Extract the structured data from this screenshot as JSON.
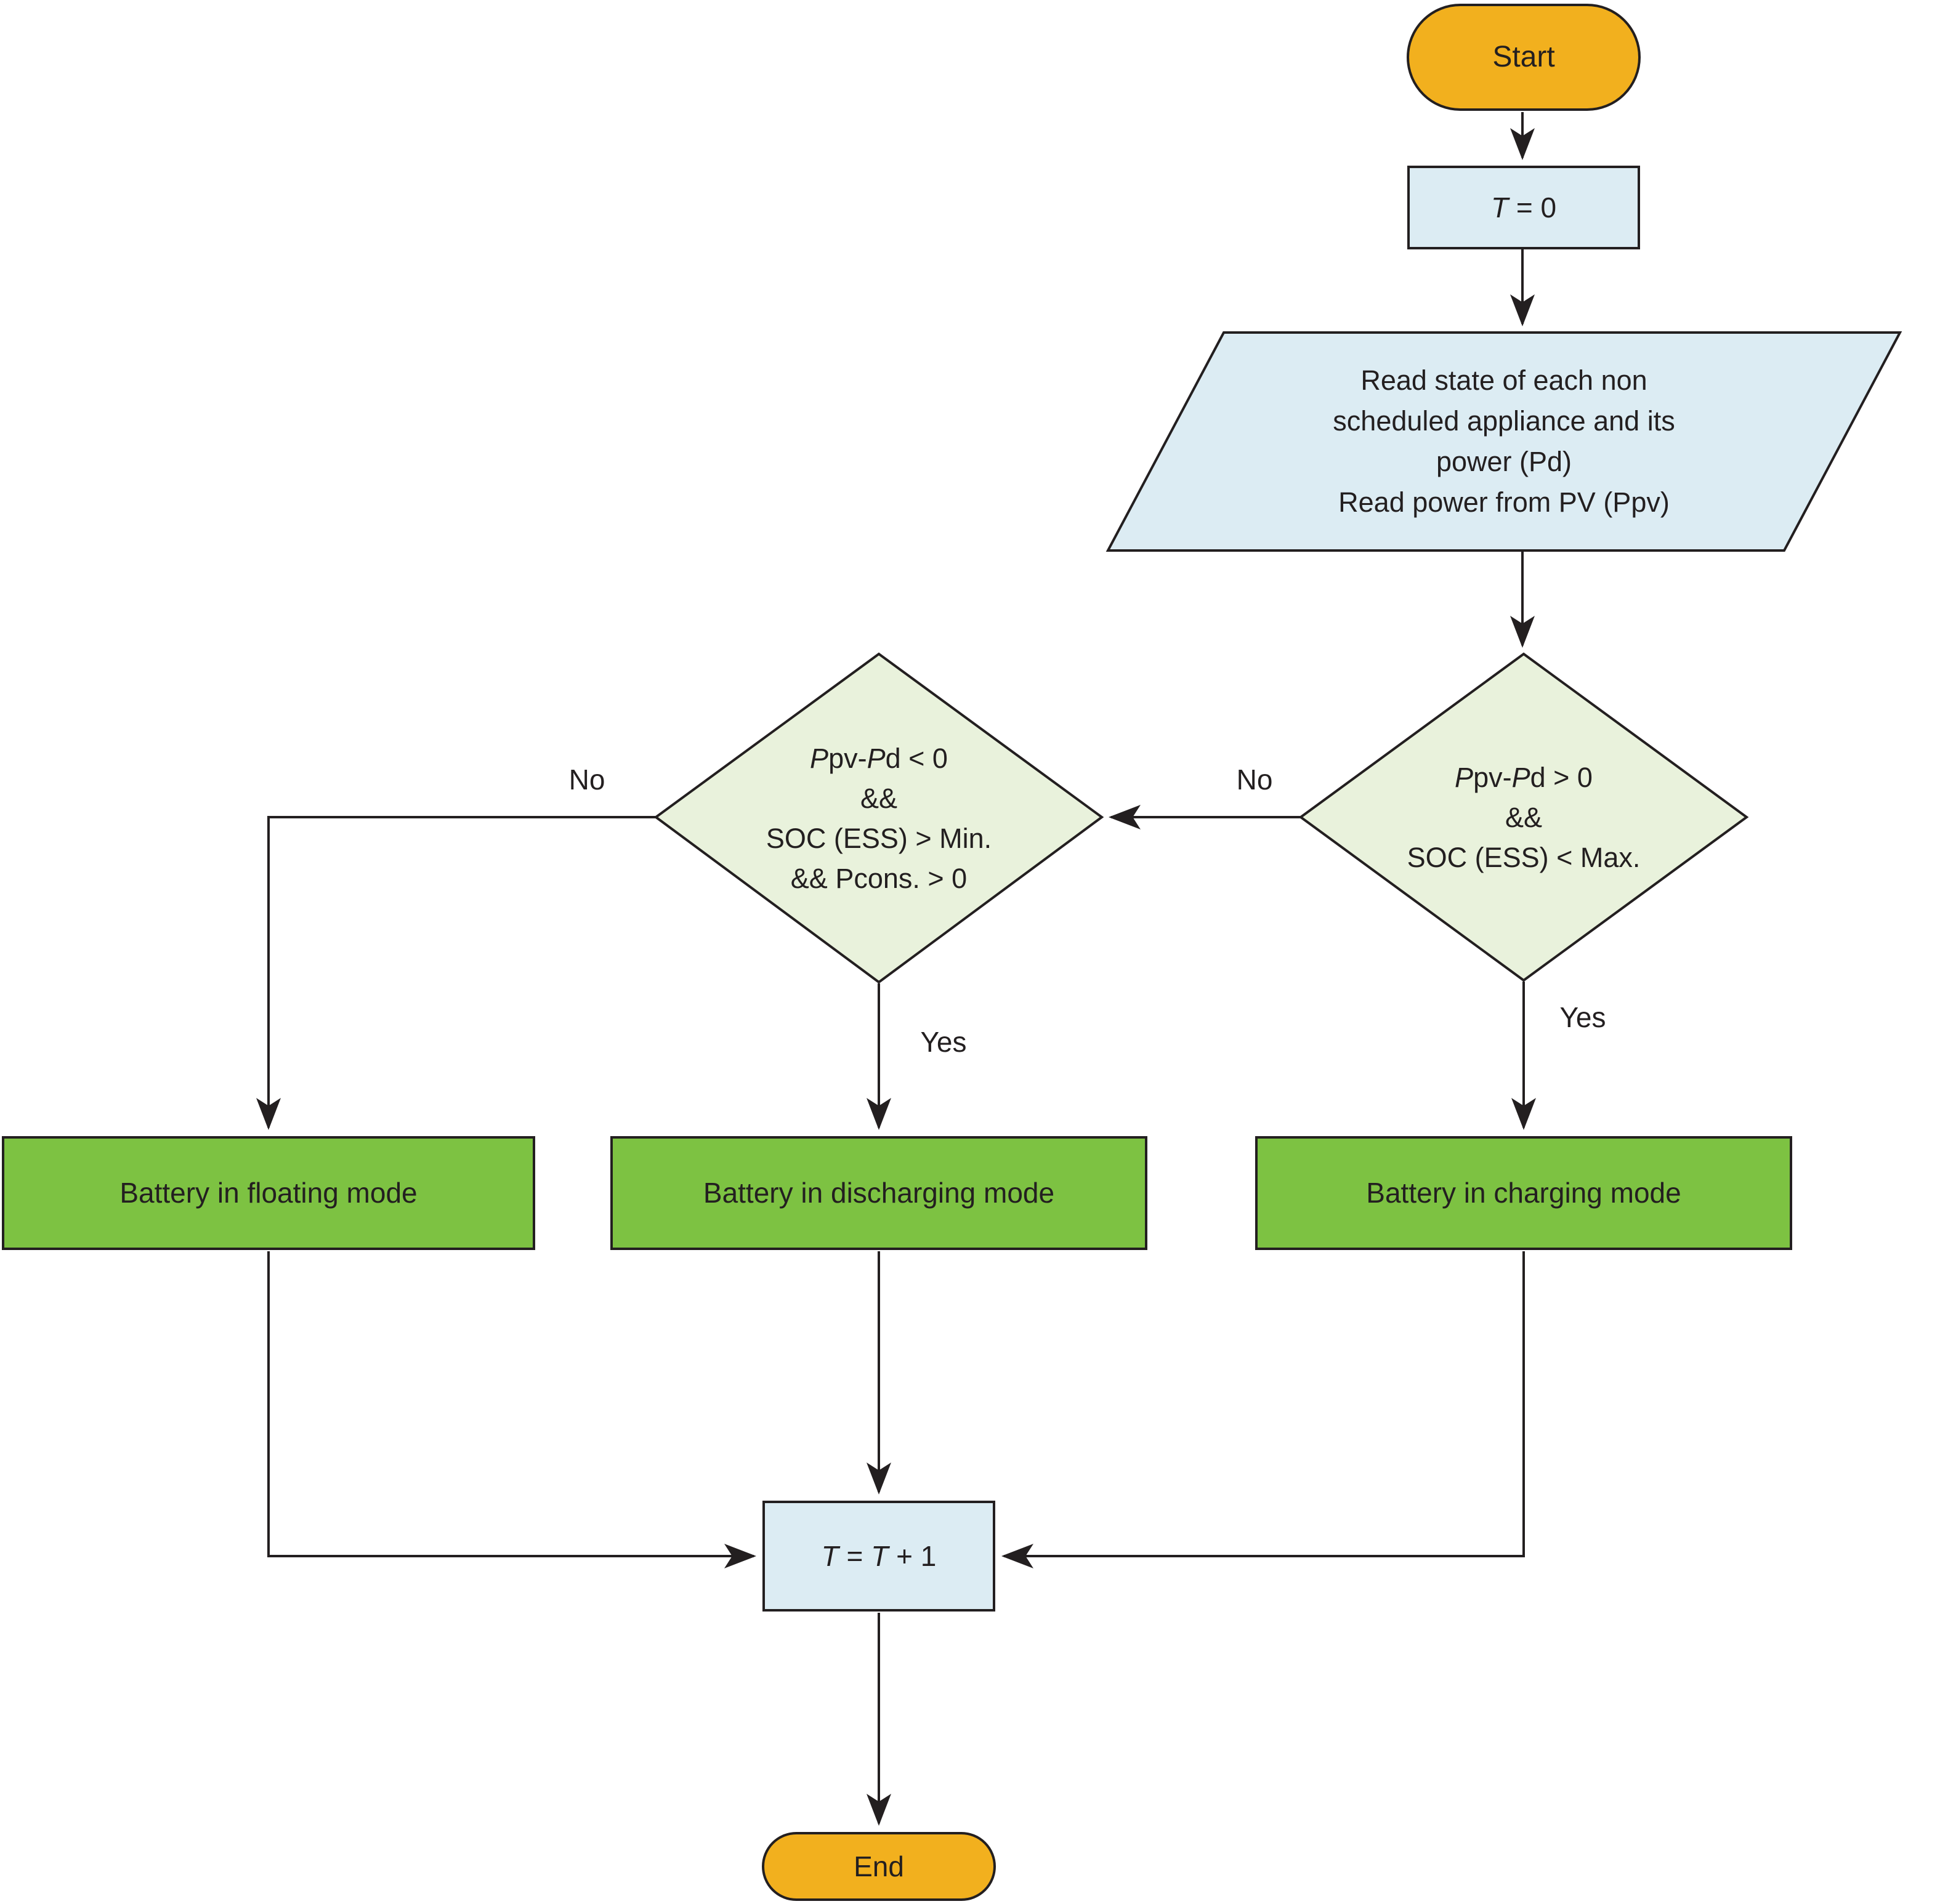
{
  "colors": {
    "terminal_fill": "#F2B01E",
    "process_fill": "#DCECF3",
    "decision_fill": "#E9F2DC",
    "action_fill": "#7DC242",
    "stroke": "#231F20",
    "text": "#231F20"
  },
  "nodes": {
    "start": {
      "label": "Start"
    },
    "init": {
      "var1": "T",
      "rest": " = 0"
    },
    "read_inputs": {
      "line1": "Read state of each non",
      "line2": "scheduled appliance and its",
      "line3": "power (Pd)",
      "line4": "Read power from PV (Ppv)"
    },
    "decision_charge": {
      "p1": "P",
      "m1": "pv-",
      "p2": "P",
      "m2": "d > 0",
      "line2": "&&",
      "line3": "SOC (ESS) < Max."
    },
    "decision_discharge": {
      "p1": "P",
      "m1": "pv-",
      "p2": "P",
      "m2": "d < 0",
      "line2": "&&",
      "line3": "SOC (ESS) > Min.",
      "line4": "&& Pcons. > 0"
    },
    "floating": {
      "label": "Battery in floating mode"
    },
    "discharging": {
      "label": "Battery in discharging mode"
    },
    "charging": {
      "label": "Battery in charging mode"
    },
    "increment": {
      "var1": "T",
      "eq": " = ",
      "var2": "T",
      "rest": " + 1"
    },
    "end": {
      "label": "End"
    }
  },
  "edges": {
    "no_to_floating": "No",
    "no_to_discharge_check": "No",
    "yes_discharge": "Yes",
    "yes_charge": "Yes"
  }
}
